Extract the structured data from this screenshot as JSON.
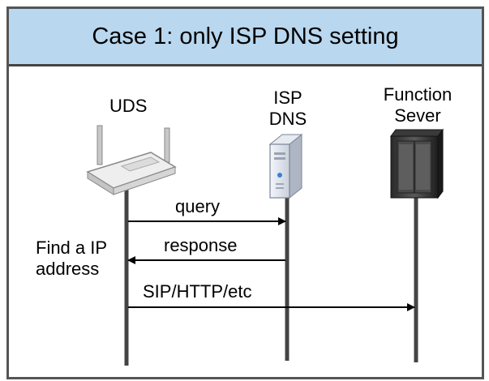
{
  "header": {
    "title": "Case 1: only ISP DNS setting"
  },
  "actors": {
    "uds": {
      "label": "UDS",
      "icon": "wireless-router-icon"
    },
    "isp_dns": {
      "line1": "ISP",
      "line2": "DNS",
      "icon": "server-icon"
    },
    "function_server": {
      "line1": "Function",
      "line2": "Sever",
      "icon": "server-rack-icon"
    }
  },
  "messages": {
    "query": "query",
    "response": "response",
    "sip": "SIP/HTTP/etc"
  },
  "note": {
    "line1": "Find a IP",
    "line2": "address"
  },
  "colors": {
    "header_bg": "#b9d7ee",
    "border": "#555555",
    "lifeline": "#444444"
  }
}
